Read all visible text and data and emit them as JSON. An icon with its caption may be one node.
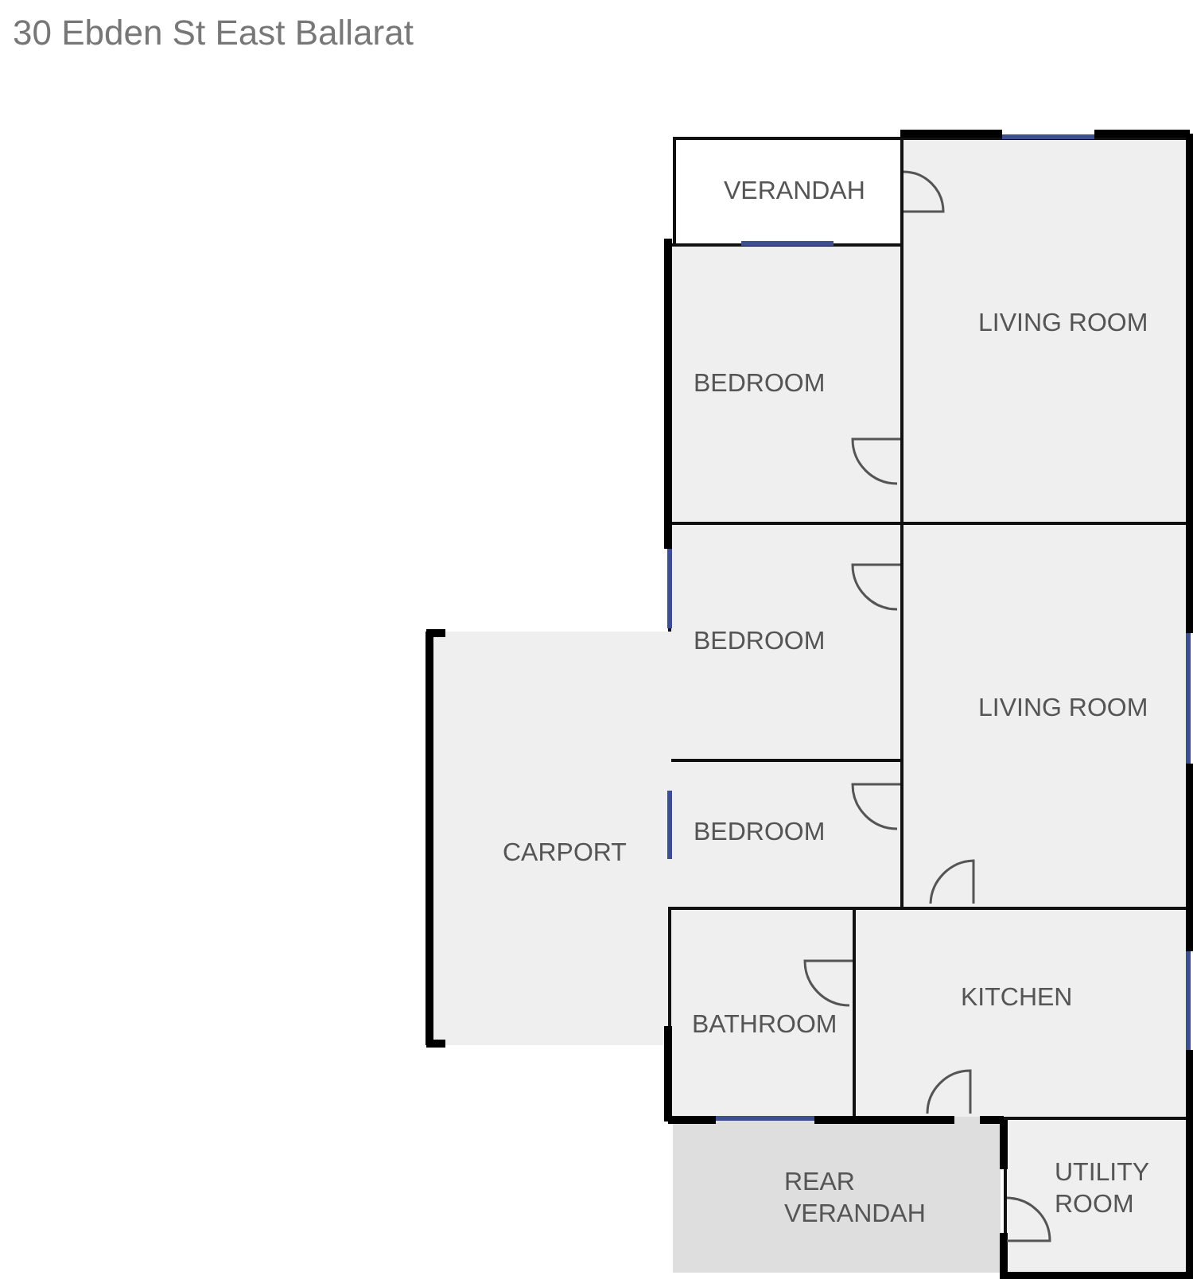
{
  "diagram": {
    "title": "30 Ebden St East Ballarat",
    "nodes": [
      {
        "text": [
          "VERANDAH"
        ]
      },
      {
        "text": [
          "LIVING ROOM"
        ]
      },
      {
        "text": [
          "BEDROOM"
        ]
      },
      {
        "text": [
          "BEDROOM"
        ]
      },
      {
        "text": [
          "LIVING ROOM"
        ]
      },
      {
        "text": [
          "BEDROOM"
        ]
      },
      {
        "text": [
          "CARPORT"
        ]
      },
      {
        "text": [
          "BATHROOM"
        ]
      },
      {
        "text": [
          "KITCHEN"
        ]
      },
      {
        "text": [
          "REAR VERANDAH"
        ]
      },
      {
        "text": [
          "UTILITY ROOM"
        ]
      }
    ]
  }
}
